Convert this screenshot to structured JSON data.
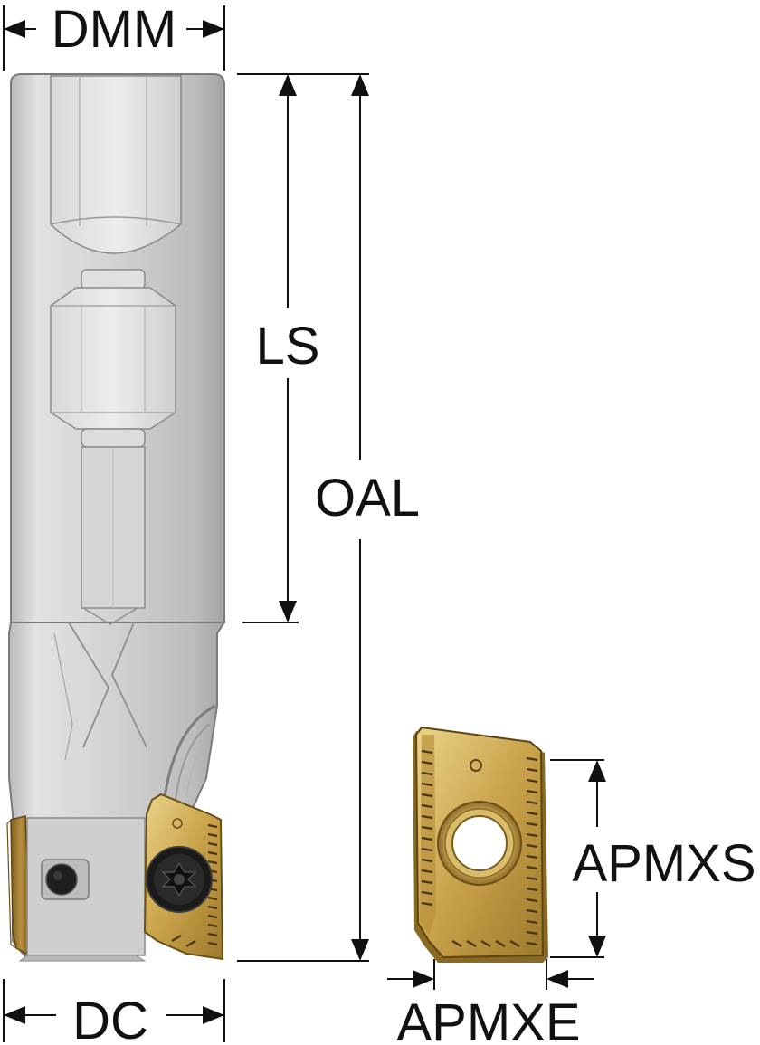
{
  "labels": {
    "dmm": "DMM",
    "ls": "LS",
    "oal": "OAL",
    "dc": "DC",
    "apmxs": "APMXS",
    "apmxe": "APMXE"
  },
  "colors": {
    "body_light": "#e4e4e4",
    "body_mid": "#c8c8c8",
    "body_dark": "#a9a9a9",
    "outline": "#6e6e6e",
    "insert_gold": "#c9a24a",
    "insert_light": "#e6cf7e",
    "insert_dark": "#8a6a22",
    "screw": "#1c1c1c",
    "dimension": "#111111"
  }
}
